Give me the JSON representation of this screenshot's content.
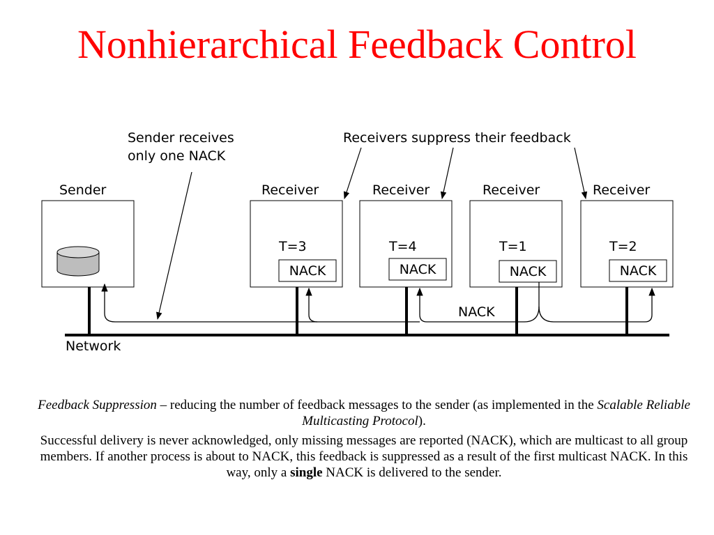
{
  "title": "Nonhierarchical Feedback Control",
  "diagram": {
    "sender_note_line1": "Sender receives",
    "sender_note_line2": "only one NACK",
    "receivers_note": "Receivers suppress their feedback",
    "sender_label": "Sender",
    "receivers": [
      {
        "label": "Receiver",
        "timer": "T=3",
        "nack": "NACK"
      },
      {
        "label": "Receiver",
        "timer": "T=4",
        "nack": "NACK"
      },
      {
        "label": "Receiver",
        "timer": "T=1",
        "nack": "NACK"
      },
      {
        "label": "Receiver",
        "timer": "T=2",
        "nack": "NACK"
      }
    ],
    "nack_wire_label": "NACK",
    "network_label": "Network"
  },
  "body": {
    "p1_term": "Feedback Suppression",
    "p1_dash": " – ",
    "p1_text": "reducing the number of feedback messages to the sender (as implemented in the ",
    "p1_protocol": "Scalable Reliable Multicasting Protocol",
    "p1_end": ").",
    "p2_text": "Successful delivery is never acknowledged, only missing messages are reported (NACK), which are multicast to all group members.  If another process is about to NACK, this feedback is suppressed as a result of the first multicast NACK.  In this way, only a ",
    "p2_bold": "single",
    "p2_end": " NACK is delivered to the sender."
  }
}
